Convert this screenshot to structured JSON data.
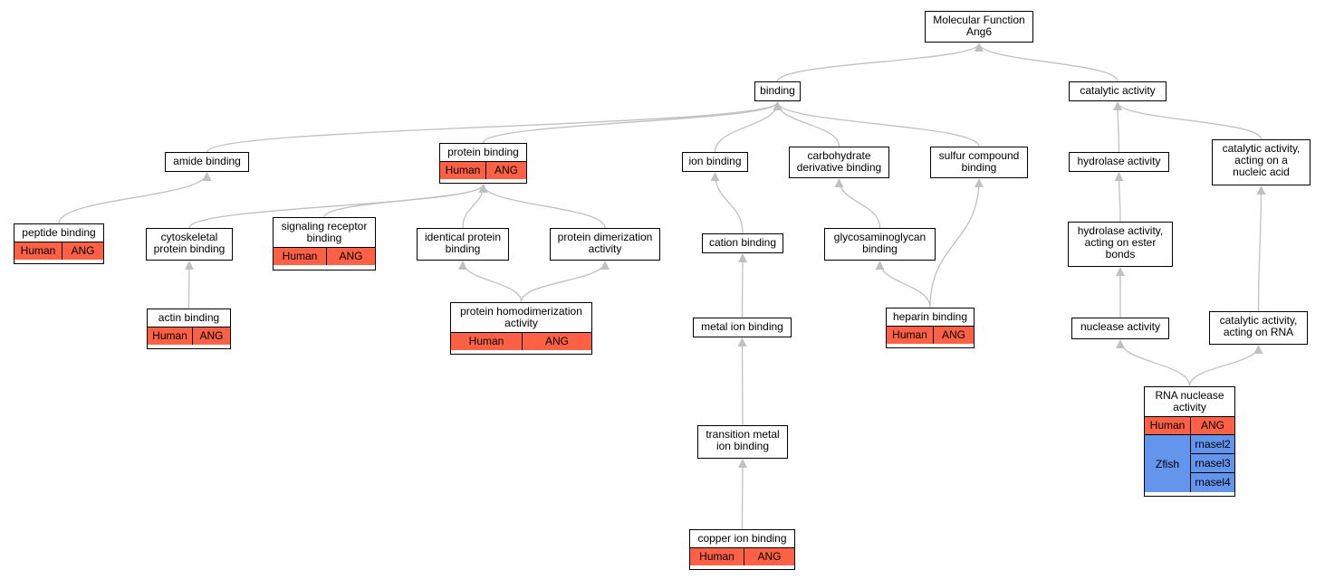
{
  "colors": {
    "human": "#fc6045",
    "zfish": "#6495ed",
    "edge": "#c0c0c0"
  },
  "nodes": {
    "molecular_function": {
      "lines": [
        "Molecular Function",
        "Ang6"
      ]
    },
    "binding": {
      "lines": [
        "binding"
      ]
    },
    "catalytic_activity": {
      "lines": [
        "catalytic activity"
      ]
    },
    "amide_binding": {
      "lines": [
        "amide binding"
      ]
    },
    "protein_binding": {
      "lines": [
        "protein binding"
      ],
      "species": "Human",
      "gene": "ANG"
    },
    "ion_binding": {
      "lines": [
        "ion binding"
      ]
    },
    "carbohydrate_derivative_binding": {
      "lines": [
        "carbohydrate",
        "derivative binding"
      ]
    },
    "sulfur_compound_binding": {
      "lines": [
        "sulfur compound",
        "binding"
      ]
    },
    "hydrolase_activity": {
      "lines": [
        "hydrolase activity"
      ]
    },
    "catalytic_activity_nucleic_acid": {
      "lines": [
        "catalytic activity,",
        "acting on a",
        "nucleic acid"
      ]
    },
    "peptide_binding": {
      "lines": [
        "peptide binding"
      ],
      "species": "Human",
      "gene": "ANG"
    },
    "cytoskeletal_protein_binding": {
      "lines": [
        "cytoskeletal",
        "protein binding"
      ]
    },
    "signaling_receptor_binding": {
      "lines": [
        "signaling receptor",
        "binding"
      ],
      "species": "Human",
      "gene": "ANG"
    },
    "identical_protein_binding": {
      "lines": [
        "identical protein",
        "binding"
      ]
    },
    "protein_dimerization_activity": {
      "lines": [
        "protein dimerization",
        "activity"
      ]
    },
    "cation_binding": {
      "lines": [
        "cation binding"
      ]
    },
    "glycosaminoglycan_binding": {
      "lines": [
        "glycosaminoglycan",
        "binding"
      ]
    },
    "hydrolase_activity_ester": {
      "lines": [
        "hydrolase activity,",
        "acting on ester",
        "bonds"
      ]
    },
    "actin_binding": {
      "lines": [
        "actin binding"
      ],
      "species": "Human",
      "gene": "ANG"
    },
    "protein_homodimerization_activity": {
      "lines": [
        "protein homodimerization",
        "activity"
      ],
      "species": "Human",
      "gene": "ANG"
    },
    "metal_ion_binding": {
      "lines": [
        "metal ion binding"
      ]
    },
    "heparin_binding": {
      "lines": [
        "heparin binding"
      ],
      "species": "Human",
      "gene": "ANG"
    },
    "nuclease_activity": {
      "lines": [
        "nuclease activity"
      ]
    },
    "catalytic_activity_rna": {
      "lines": [
        "catalytic activity,",
        "acting on RNA"
      ]
    },
    "rna_nuclease_activity": {
      "lines": [
        "RNA nuclease",
        "activity"
      ],
      "species": "Human",
      "gene": "ANG",
      "species2": "Zfish",
      "genes2": [
        "rnasel2",
        "rnasel3",
        "rnasel4"
      ]
    },
    "transition_metal_ion_binding": {
      "lines": [
        "transition metal",
        "ion binding"
      ]
    },
    "copper_ion_binding": {
      "lines": [
        "copper ion binding"
      ],
      "species": "Human",
      "gene": "ANG"
    }
  },
  "edges": [
    {
      "from": "binding",
      "to": "molecular_function"
    },
    {
      "from": "catalytic_activity",
      "to": "molecular_function"
    },
    {
      "from": "amide_binding",
      "to": "binding"
    },
    {
      "from": "protein_binding",
      "to": "binding"
    },
    {
      "from": "ion_binding",
      "to": "binding"
    },
    {
      "from": "carbohydrate_derivative_binding",
      "to": "binding"
    },
    {
      "from": "sulfur_compound_binding",
      "to": "binding"
    },
    {
      "from": "hydrolase_activity",
      "to": "catalytic_activity"
    },
    {
      "from": "catalytic_activity_nucleic_acid",
      "to": "catalytic_activity"
    },
    {
      "from": "peptide_binding",
      "to": "amide_binding"
    },
    {
      "from": "cytoskeletal_protein_binding",
      "to": "protein_binding"
    },
    {
      "from": "signaling_receptor_binding",
      "to": "protein_binding"
    },
    {
      "from": "identical_protein_binding",
      "to": "protein_binding"
    },
    {
      "from": "protein_dimerization_activity",
      "to": "protein_binding"
    },
    {
      "from": "cation_binding",
      "to": "ion_binding"
    },
    {
      "from": "glycosaminoglycan_binding",
      "to": "carbohydrate_derivative_binding"
    },
    {
      "from": "heparin_binding",
      "to": "sulfur_compound_binding"
    },
    {
      "from": "hydrolase_activity_ester",
      "to": "hydrolase_activity"
    },
    {
      "from": "catalytic_activity_rna",
      "to": "catalytic_activity_nucleic_acid"
    },
    {
      "from": "actin_binding",
      "to": "cytoskeletal_protein_binding"
    },
    {
      "from": "protein_homodimerization_activity",
      "to": "identical_protein_binding"
    },
    {
      "from": "protein_homodimerization_activity",
      "to": "protein_dimerization_activity"
    },
    {
      "from": "metal_ion_binding",
      "to": "cation_binding"
    },
    {
      "from": "heparin_binding",
      "to": "glycosaminoglycan_binding"
    },
    {
      "from": "nuclease_activity",
      "to": "hydrolase_activity_ester"
    },
    {
      "from": "rna_nuclease_activity",
      "to": "nuclease_activity"
    },
    {
      "from": "rna_nuclease_activity",
      "to": "catalytic_activity_rna"
    },
    {
      "from": "transition_metal_ion_binding",
      "to": "metal_ion_binding"
    },
    {
      "from": "copper_ion_binding",
      "to": "transition_metal_ion_binding"
    }
  ]
}
